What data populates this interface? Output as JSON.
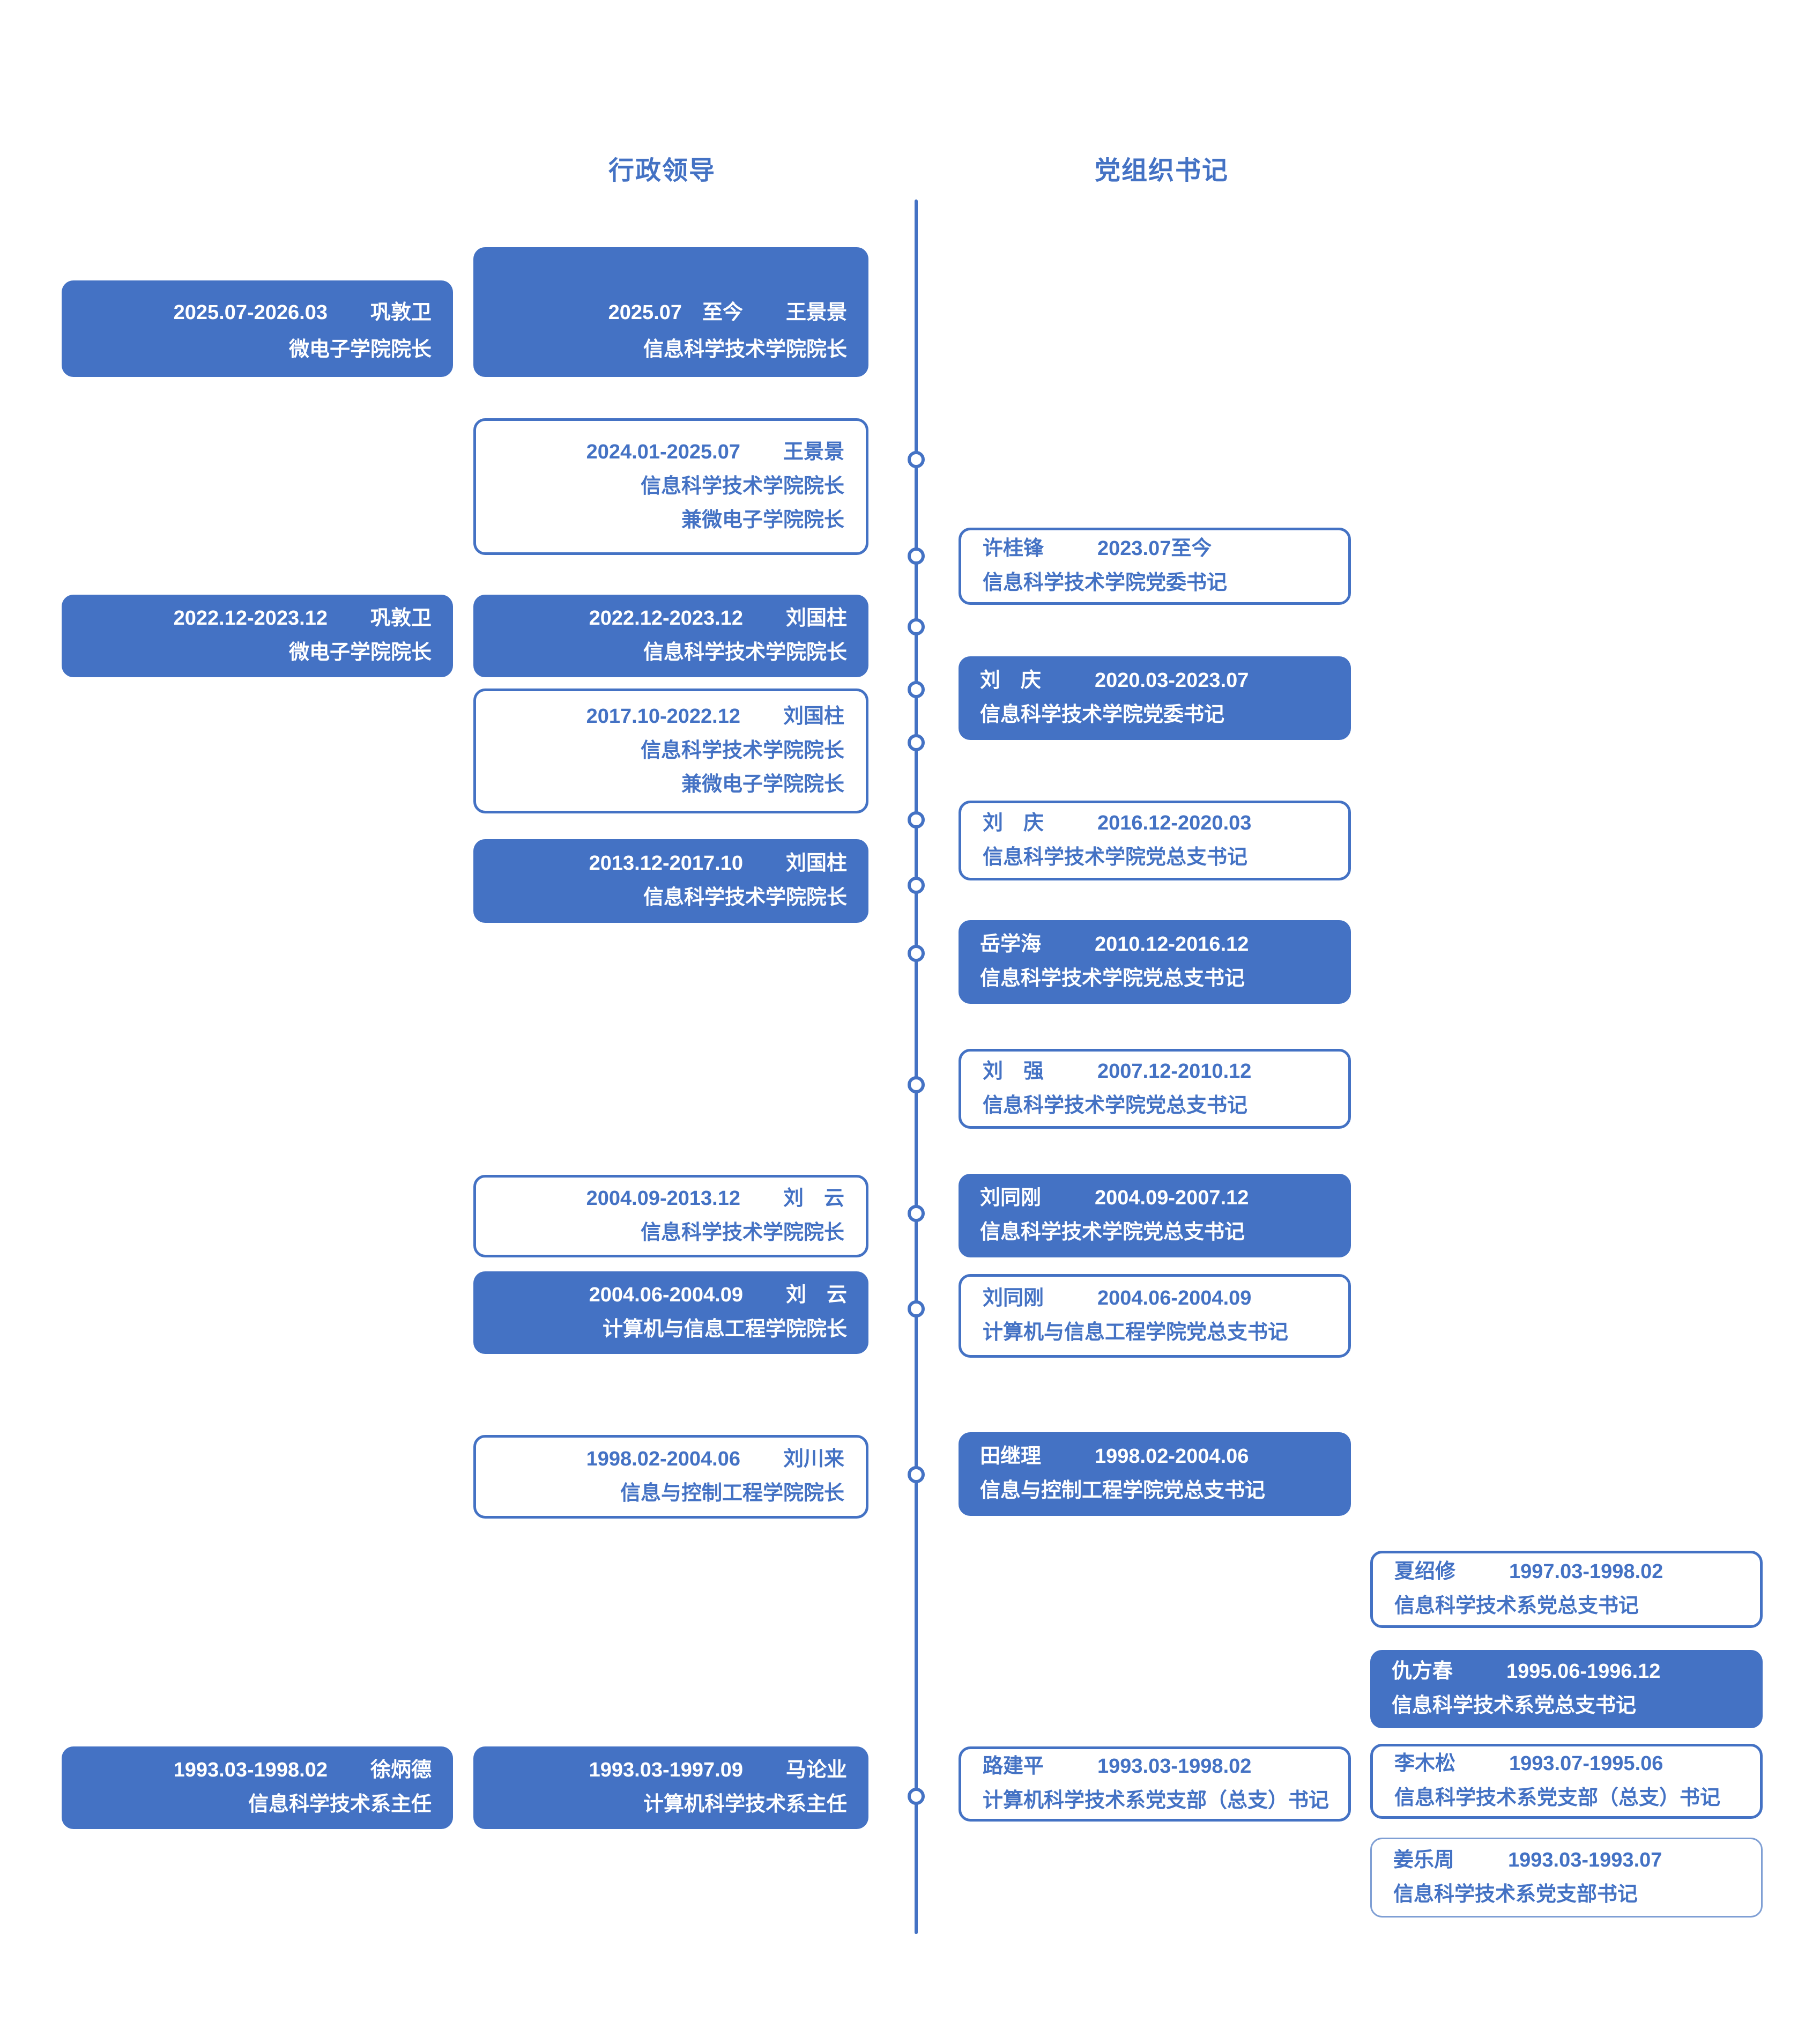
{
  "headers": {
    "admin": "行政领导",
    "party": "党组织书记"
  },
  "colors": {
    "primary": "#4472C4",
    "filled_text": "#FFFFFF",
    "light_border": "#7F9FD4",
    "background": "#FFFFFF"
  },
  "admin_col1": [
    {
      "date": "2025.07-2026.03",
      "name": "巩敦卫",
      "title": "微电子学院院长",
      "style": "filled"
    },
    {
      "date": "2022.12-2023.12",
      "name": "巩敦卫",
      "title": "微电子学院院长",
      "style": "filled"
    },
    {
      "date": "1993.03-1998.02",
      "name": "徐炳德",
      "title": "信息科学技术系主任",
      "style": "filled"
    }
  ],
  "admin_col2": [
    {
      "date": "2025.07　至今",
      "name": "王景景",
      "title": "信息科学技术学院院长",
      "style": "filled"
    },
    {
      "date": "2024.01-2025.07",
      "name": "王景景",
      "title": "信息科学技术学院院长",
      "title2": "兼微电子学院院长",
      "style": "outline"
    },
    {
      "date": "2022.12-2023.12",
      "name": "刘国柱",
      "title": "信息科学技术学院院长",
      "style": "filled"
    },
    {
      "date": "2017.10-2022.12",
      "name": "刘国柱",
      "title": "信息科学技术学院院长",
      "title2": "兼微电子学院院长",
      "style": "outline"
    },
    {
      "date": "2013.12-2017.10",
      "name": "刘国柱",
      "title": "信息科学技术学院院长",
      "style": "filled"
    },
    {
      "date": "2004.09-2013.12",
      "name": "刘　云",
      "title": "信息科学技术学院院长",
      "style": "outline"
    },
    {
      "date": "2004.06-2004.09",
      "name": "刘　云",
      "title": "计算机与信息工程学院院长",
      "style": "filled"
    },
    {
      "date": "1998.02-2004.06",
      "name": "刘川来",
      "title": "信息与控制工程学院院长",
      "style": "outline"
    },
    {
      "date": "1993.03-1997.09",
      "name": "马论业",
      "title": "计算机科学技术系主任",
      "style": "filled"
    }
  ],
  "party_col1": [
    {
      "name": "许桂锋",
      "date": "2023.07至今",
      "title": "信息科学技术学院党委书记",
      "style": "outline"
    },
    {
      "name": "刘　庆",
      "date": "2020.03-2023.07",
      "title": "信息科学技术学院党委书记",
      "style": "filled"
    },
    {
      "name": "刘　庆",
      "date": "2016.12-2020.03",
      "title": "信息科学技术学院党总支书记",
      "style": "outline"
    },
    {
      "name": "岳学海",
      "date": "2010.12-2016.12",
      "title": "信息科学技术学院党总支书记",
      "style": "filled"
    },
    {
      "name": "刘　强",
      "date": "2007.12-2010.12",
      "title": "信息科学技术学院党总支书记",
      "style": "outline"
    },
    {
      "name": "刘同刚",
      "date": "2004.09-2007.12",
      "title": "信息科学技术学院党总支书记",
      "style": "filled"
    },
    {
      "name": "刘同刚",
      "date": "2004.06-2004.09",
      "title": "计算机与信息工程学院党总支书记",
      "style": "outline"
    },
    {
      "name": "田继理",
      "date": "1998.02-2004.06",
      "title": "信息与控制工程学院党总支书记",
      "style": "filled"
    },
    {
      "name": "路建平",
      "date": "1993.03-1998.02",
      "title": "计算机科学技术系党支部（总支）书记",
      "style": "outline"
    }
  ],
  "party_col2": [
    {
      "name": "夏绍修",
      "date": "1997.03-1998.02",
      "title": "信息科学技术系党总支书记",
      "style": "outline"
    },
    {
      "name": "仇方春",
      "date": "1995.06-1996.12",
      "title": "信息科学技术系党总支书记",
      "style": "filled"
    },
    {
      "name": "李木松",
      "date": "1993.07-1995.06",
      "title": "信息科学技术系党支部（总支）书记",
      "style": "outline"
    },
    {
      "name": "姜乐周",
      "date": "1993.03-1993.07",
      "title": "信息科学技术系党支部书记",
      "style": "outline-light"
    }
  ]
}
